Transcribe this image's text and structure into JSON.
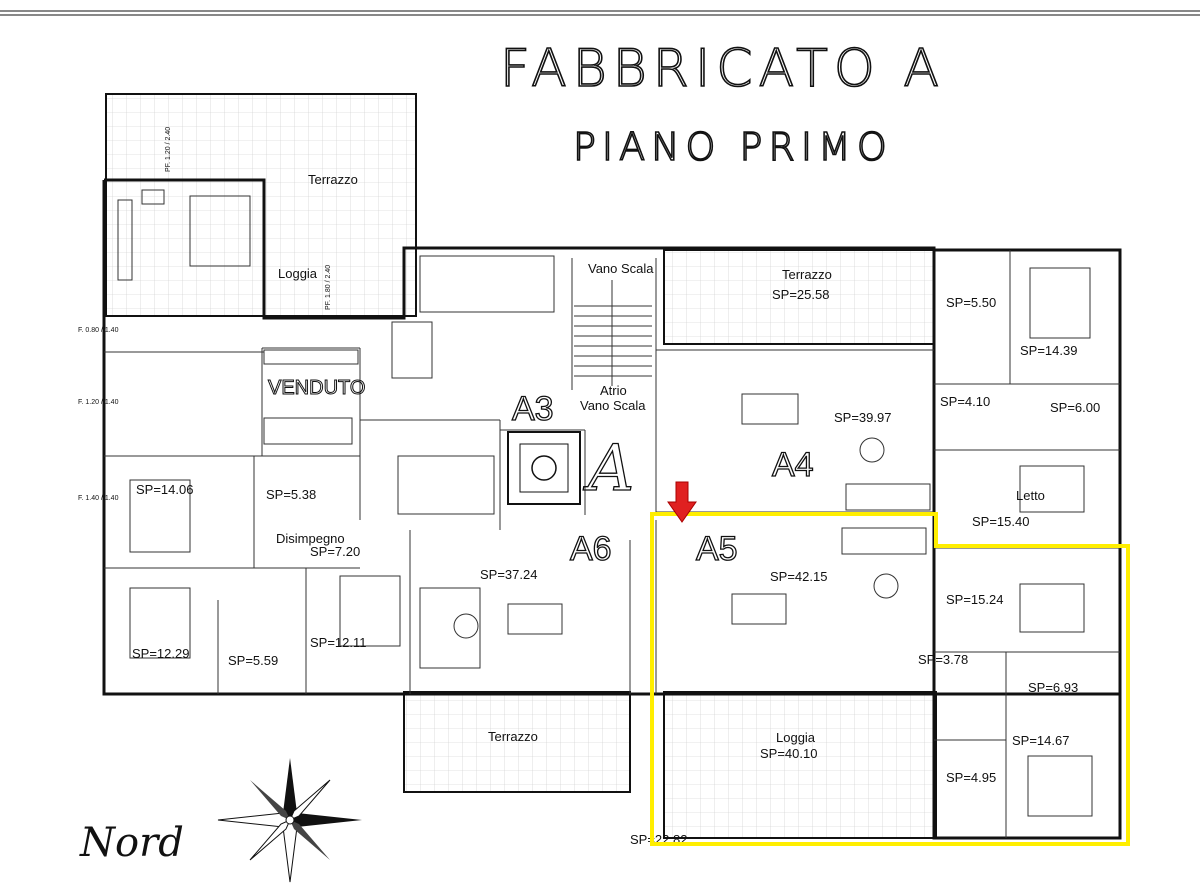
{
  "title": "FABBRICATO A",
  "subtitle": "PIANO PRIMO",
  "compass_label": "Nord",
  "units": [
    "A3",
    "A4",
    "A5",
    "A6"
  ],
  "stair_letter": "A",
  "labels": {
    "terrazzo_top": "Terrazzo",
    "loggia_left": "Loggia",
    "vano_scala": "Vano Scala",
    "terrazzo_a4": "Terrazzo",
    "sp_terrazzo_a4": "SP=25.58",
    "venduto": "VENDUTO",
    "atrio": "Atrio",
    "atrio_vano": "Vano Scala",
    "sp_a4_living": "SP=39.97",
    "sp_550": "SP=5.50",
    "sp_1439": "SP=14.39",
    "sp_410": "SP=4.10",
    "sp_600": "SP=6.00",
    "letto": "Letto",
    "sp_1540": "SP=15.40",
    "sp_1406": "SP=14.06",
    "sp_538": "SP=5.38",
    "disimpegno": "Disimpegno",
    "sp_720": "SP=7.20",
    "sp_3724": "SP=37.24",
    "sp_4215": "SP=42.15",
    "sp_1524": "SP=15.24",
    "sp_378": "SP=3.78",
    "sp_693": "SP=6.93",
    "sp_1229": "SP=12.29",
    "sp_559": "SP=5.59",
    "sp_1211": "SP=12.11",
    "terrazzo_bottom": "Terrazzo",
    "loggia_a5": "Loggia",
    "sp_4010": "SP=40.10",
    "sp_1467": "SP=14.67",
    "sp_495": "SP=4.95",
    "sp_2282": "SP=22.82"
  },
  "window_tags": [
    "PF. 1.20 / 2.40",
    "F. 0.80 / 1.40",
    "PF. 1.80 / 2.40",
    "F. 1.20 / 1.40",
    "F. 1.40 / 1.40"
  ],
  "colors": {
    "highlight": "#ffee00",
    "arrow": "#e02020",
    "lines": "#111111"
  }
}
